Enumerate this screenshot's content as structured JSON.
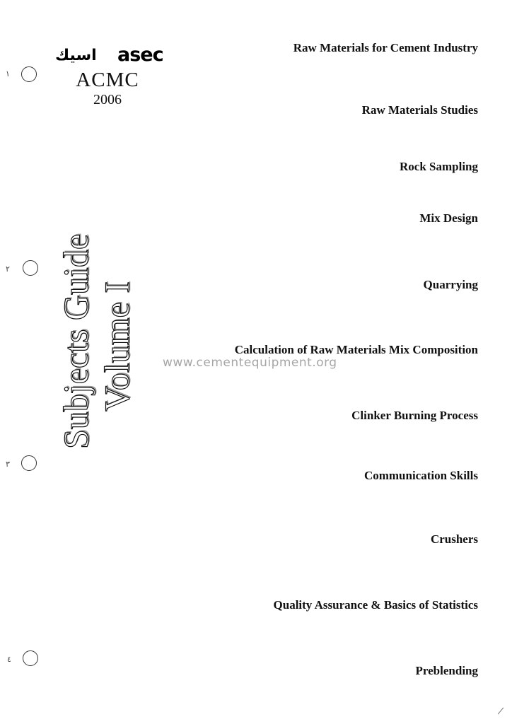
{
  "logo": {
    "arabic": "اسيك",
    "latin": "asec"
  },
  "org": {
    "name": "ACMC",
    "year": "2006"
  },
  "title": {
    "line1": "Subjects Guide",
    "line2": "Volume I"
  },
  "holes": [
    {
      "mark": "۱"
    },
    {
      "mark": "۲"
    },
    {
      "mark": "۳"
    },
    {
      "mark": "٤"
    }
  ],
  "subjects": [
    "Raw Materials for Cement Industry",
    "Raw Materials Studies",
    "Rock Sampling",
    "Mix Design",
    "Quarrying",
    "Calculation of Raw Materials Mix Composition",
    "Clinker Burning Process",
    "Communication Skills",
    "Crushers",
    "Quality Assurance & Basics of Statistics",
    "Preblending"
  ],
  "watermark": "www.cementequipment.org"
}
